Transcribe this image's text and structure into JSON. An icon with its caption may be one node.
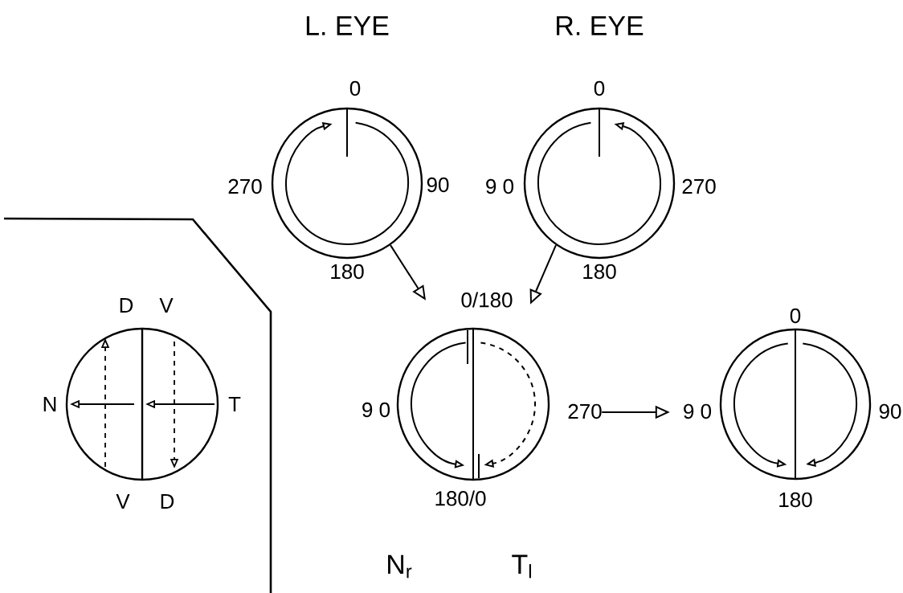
{
  "diagram": {
    "nodes": [
      {
        "text": [],
        "shape": "circle",
        "beside": [
          "0",
          "270",
          "90",
          "180"
        ]
      },
      {
        "text": [],
        "shape": "circle",
        "beside": [
          "0",
          "9 0",
          "270",
          "180"
        ]
      },
      {
        "text": [],
        "shape": "circle",
        "beside": [
          "0/180",
          "9 0",
          "270",
          "180/0"
        ]
      },
      {
        "text": [],
        "shape": "circle",
        "beside": [
          "0",
          "9 0",
          "90",
          "180"
        ]
      },
      {
        "text": [],
        "shape": "circle",
        "beside": [
          "D",
          "V",
          "N",
          "T",
          "V",
          "D"
        ]
      }
    ],
    "edges": [
      {
        "from": 0,
        "to": 2,
        "arrow": "to"
      },
      {
        "from": 1,
        "to": 2,
        "arrow": "to"
      },
      {
        "from": 2,
        "to": 3,
        "arrow": "to"
      }
    ],
    "labels": [
      "L. EYE",
      "R. EYE",
      "N$_{r}$",
      "T$_{l}$"
    ]
  }
}
